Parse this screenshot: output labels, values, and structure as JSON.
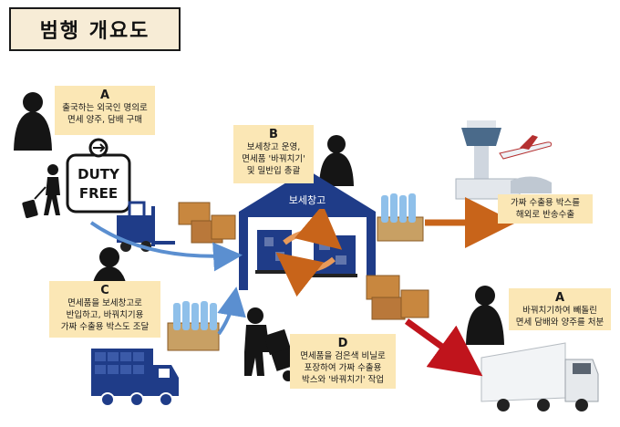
{
  "title": "범행 개요도",
  "notes": {
    "a_top": {
      "letter": "A",
      "line1": "출국하는 외국인 명의로",
      "line2": "면세 양주, 담배 구매"
    },
    "b": {
      "letter": "B",
      "line1": "보세창고 운영,",
      "line2": "면세품 '바꿔치기'",
      "line3": "및 밀반입 총괄"
    },
    "c": {
      "letter": "C",
      "line1": "면세품을 보세창고로",
      "line2": "반입하고, 바꿔치기용",
      "line3": "가짜 수출용 박스도 조달"
    },
    "d": {
      "letter": "D",
      "line1": "면세품을 검은색 비닐로",
      "line2": "포장하여 가짜 수출용",
      "line3": "박스와 '바꿔치기' 작업"
    },
    "a_bottom": {
      "letter": "A",
      "line1": "바꿔치기하여 빼돌린",
      "line2": "면세 담배와 양주를 처분"
    },
    "export": {
      "line1": "가짜 수출용 박스를",
      "line2": "해외로 반송수출"
    }
  },
  "duty_free": {
    "line1": "DUTY",
    "line2": "FREE"
  },
  "warehouse_sign": "보세창고",
  "colors": {
    "note_bg": "#fbe7b5",
    "warehouse_blue": "#1f3c88",
    "arrow_red": "#c0141c",
    "arrow_orange": "#c8641a",
    "arrow_blue": "#5b8fd0"
  }
}
